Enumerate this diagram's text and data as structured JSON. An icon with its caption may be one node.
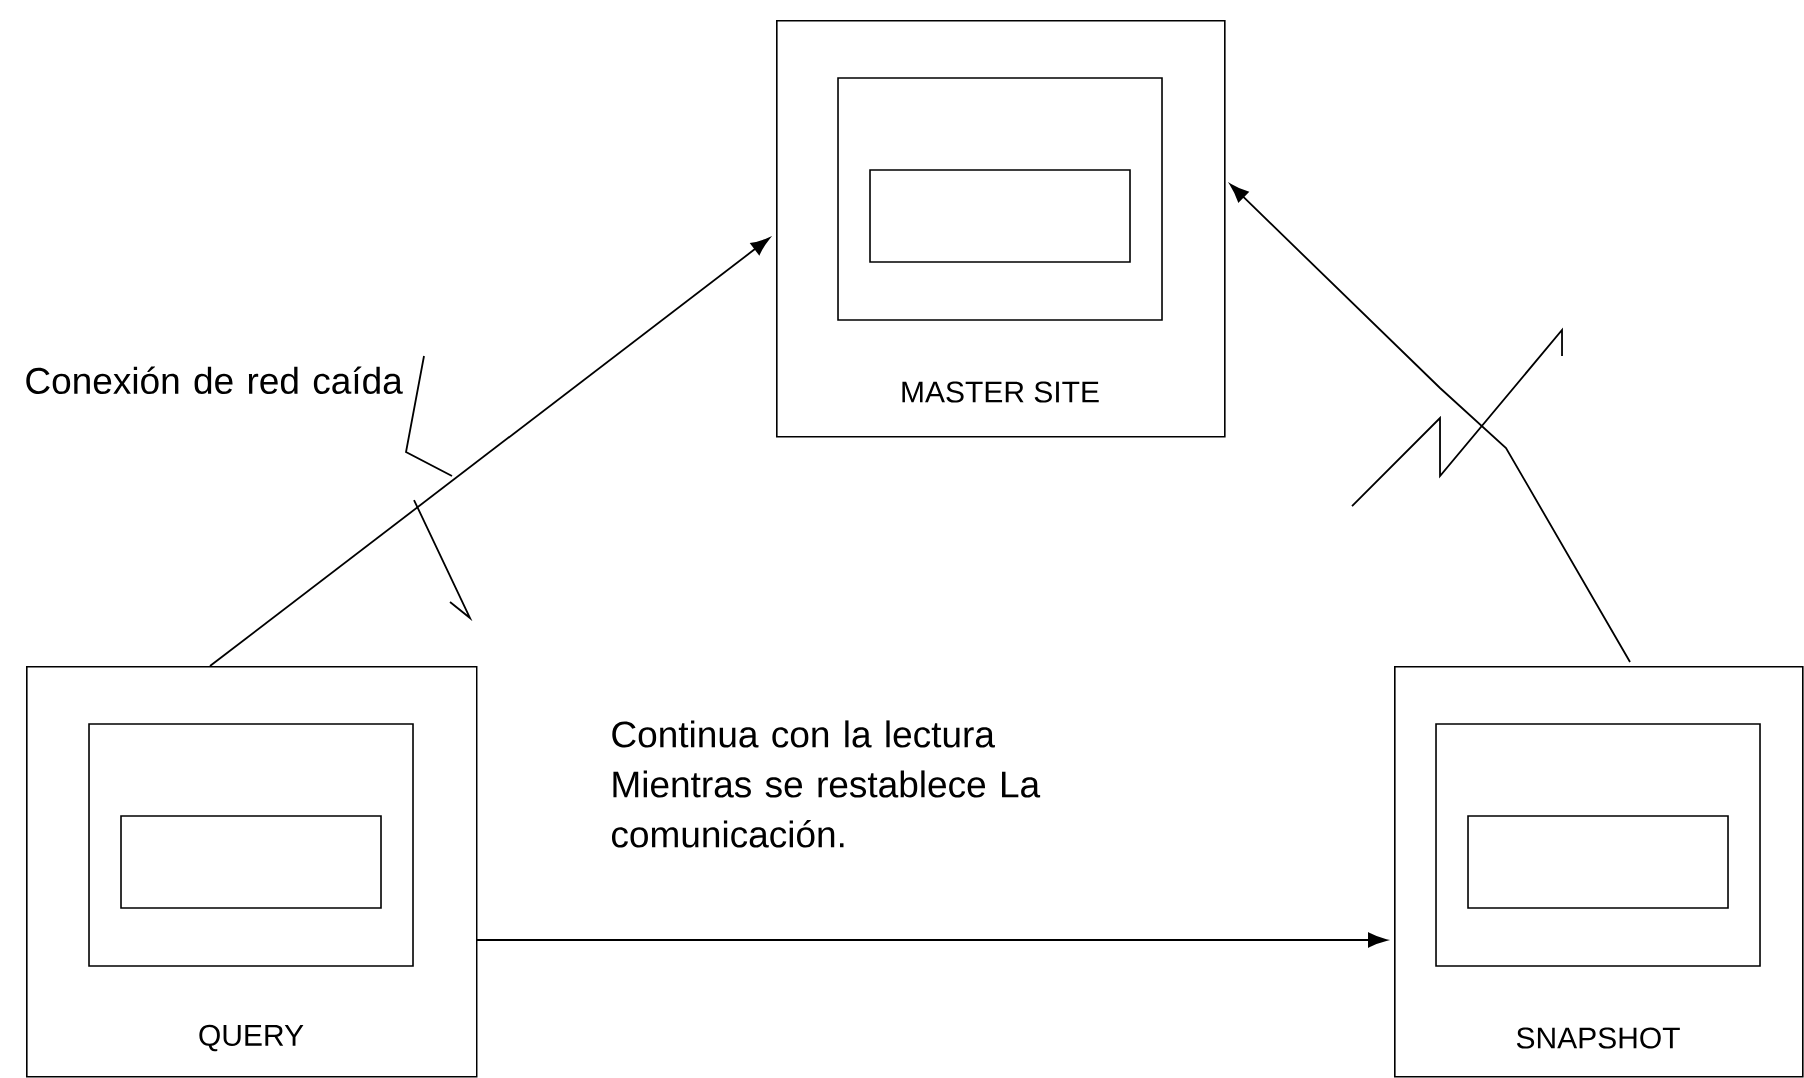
{
  "diagram": {
    "nodes": [
      {
        "text": [
          "MASTER SITE"
        ]
      },
      {
        "text": [
          "QUERY"
        ]
      },
      {
        "text": [
          "SNAPSHOT"
        ]
      }
    ],
    "edges": [
      {
        "from": 1,
        "to": 0,
        "arrow": "to"
      },
      {
        "from": 2,
        "to": 0,
        "arrow": "to"
      },
      {
        "from": 1,
        "to": 2,
        "arrow": "to",
        "label": "Continua con la lectura Mientras se restablece La comunicación."
      }
    ],
    "labels": [
      "Conexión de red caída"
    ]
  }
}
